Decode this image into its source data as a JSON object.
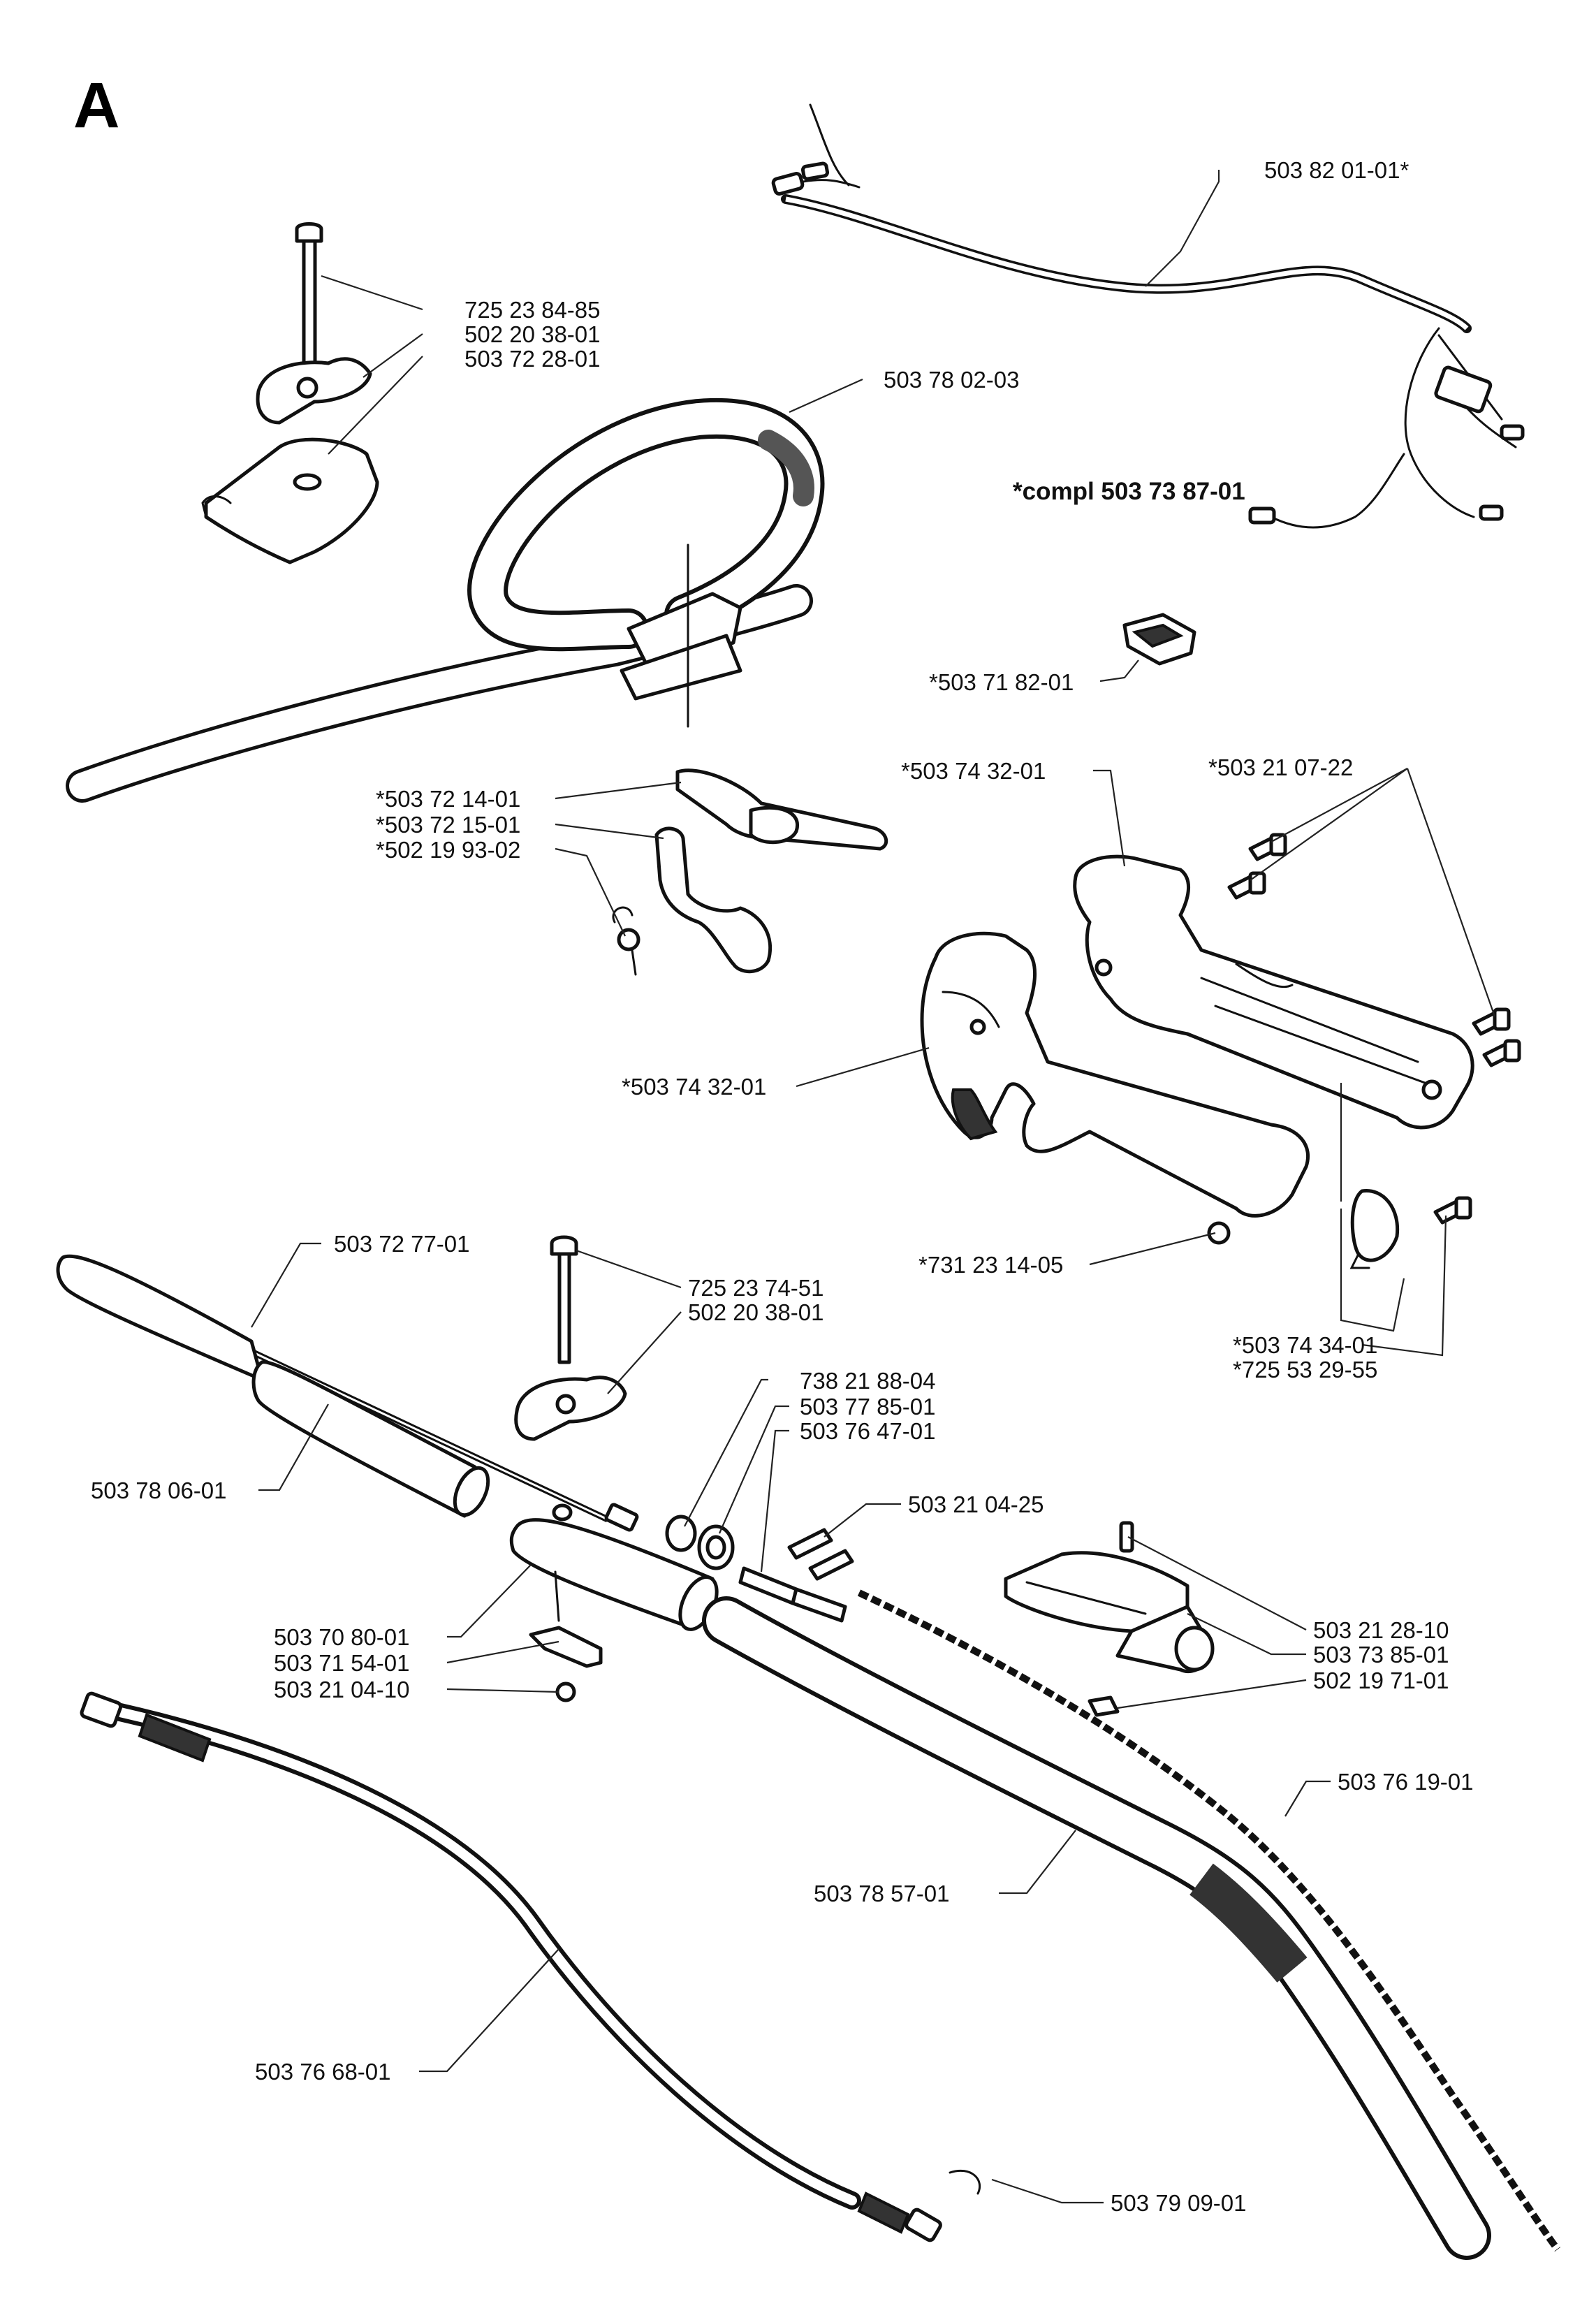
{
  "section_letter": "A",
  "note": "*compl 503 73 87-01",
  "labels": {
    "wire_harness": "503 82 01-01*",
    "screw_top": "725 23 84-85",
    "knob_top": "502 20 38-01",
    "clamp_top": "503 72 28-01",
    "loop_handle": "503 78 02-03",
    "stop_switch": "*503 71 82-01",
    "handle_half_upper": "*503 74 32-01",
    "screws_handle": "*503 21 07-22",
    "throttle_trigger": "*503 72 14-01",
    "throttle_lockout": "*503 72 15-01",
    "spring": "*502 19 93-02",
    "handle_half_lower": "*503 74 32-01",
    "nut_handle": "*731 23 14-05",
    "clamp_handle": "*503 74 34-01",
    "screw_clamp_handle": "*725 53 29-55",
    "drive_shaft_upper": "503 72 77-01",
    "screw_mid": "725 23 74-51",
    "knob_mid": "502 20 38-01",
    "bushing_a": "738 21 88-04",
    "bushing_b": "503 77 85-01",
    "bushing_c": "503 76 47-01",
    "tube_upper": "503 78 06-01",
    "screws_mid": "503 21 04-25",
    "coupling": "503 70 80-01",
    "bracket": "503 71 54-01",
    "screw_coupling": "503 21 04-10",
    "screw_holder": "503 21 28-10",
    "holder": "503 73 85-01",
    "nut_holder": "502 19 71-01",
    "drive_shaft_lower": "503 76 19-01",
    "tube_lower": "503 78 57-01",
    "flex_shaft": "503 76 68-01",
    "end_clamp": "503 79 09-01"
  }
}
